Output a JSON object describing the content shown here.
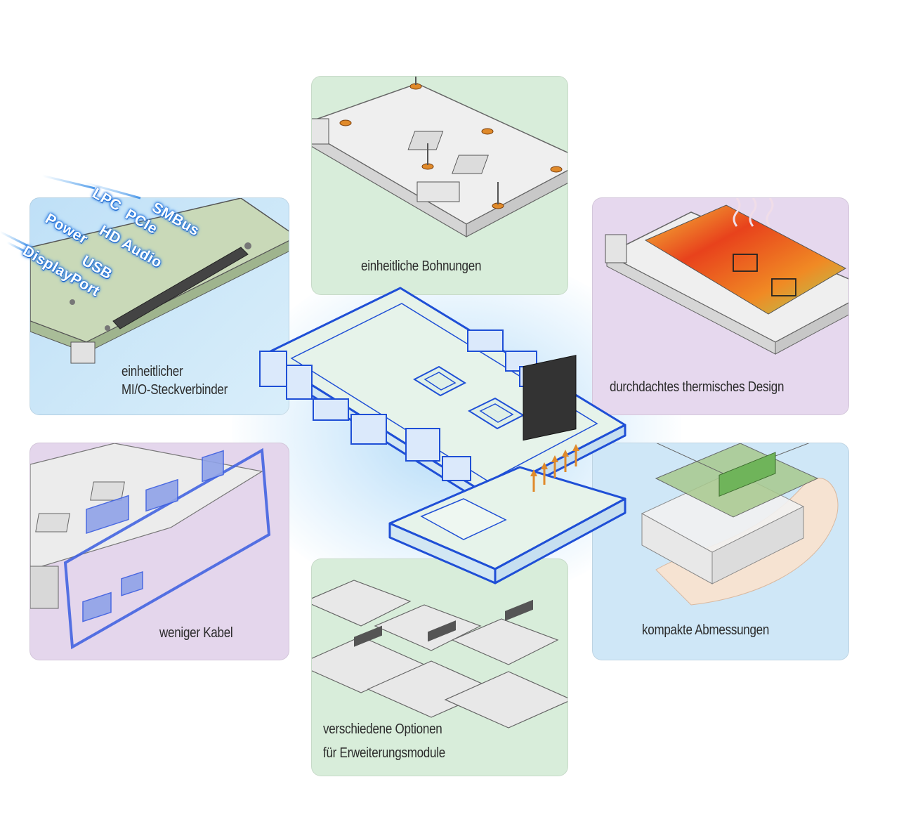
{
  "panels": {
    "bohrungen": "einheitliche Bohnungen",
    "steckverbinder_line1": "einheitlicher",
    "steckverbinder_line2": "MI/O-Steckverbinder",
    "thermisch": "durchdachtes thermisches Design",
    "kabel": "weniger Kabel",
    "abmessungen": "kompakte Abmessungen",
    "optionen_line1": "verschiedene Optionen",
    "optionen_line2": "für Erweiterungsmodule"
  },
  "bus_labels": [
    "LPC",
    "SMBus",
    "PCIe",
    "Power",
    "HD Audio",
    "USB",
    "DisplayPort"
  ],
  "colors": {
    "green_panel": "#d6ecd9",
    "blue_panel": "#cfe7f7",
    "purple_panel": "#e4d6ec",
    "accent_blue": "#1f4fd6",
    "orange": "#e08a2a"
  }
}
